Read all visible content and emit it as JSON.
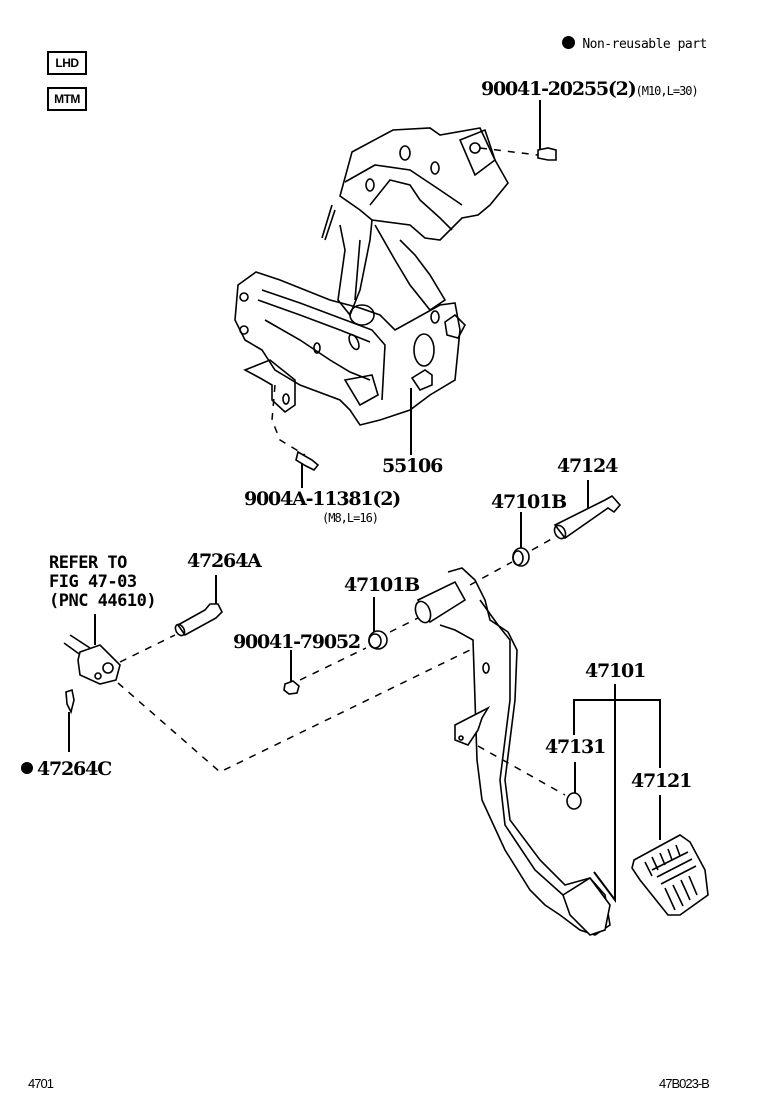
{
  "header": {
    "tags": [
      "LHD",
      "MTM"
    ],
    "legend": {
      "icon": "filled-circle-icon",
      "text": "Non-reusable part"
    }
  },
  "parts": {
    "bolt_bracket": {
      "number": "90041-20255(2)",
      "spec": "(M10,L=30)"
    },
    "bracket_assembly": {
      "number": "55106"
    },
    "bracket_bolt": {
      "number": "9004A-11381(2)",
      "spec": "(M8,L=16)"
    },
    "pedal_shaft_bolt": {
      "number": "47124"
    },
    "bushing_upper": {
      "number": "47101B"
    },
    "refer_note": {
      "lines": [
        "REFER TO",
        "FIG 47-03",
        "(PNC 44610)"
      ]
    },
    "clevis_pin": {
      "number": "47264A"
    },
    "bushing_lower": {
      "number": "47101B"
    },
    "nut": {
      "number": "90041-79052"
    },
    "clip": {
      "number": "47264C",
      "non_reusable": true
    },
    "pedal_sub_assembly": {
      "number": "47101"
    },
    "stopper_cushion": {
      "number": "47131"
    },
    "pedal_pad": {
      "number": "47121"
    }
  },
  "footer": {
    "page_code": "4701",
    "illustration_code": "47B023-B"
  }
}
